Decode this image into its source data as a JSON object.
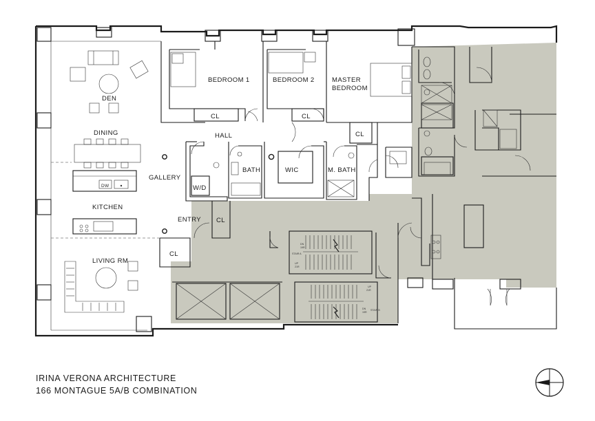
{
  "firm_name": "IRINA VERONA ARCHITECTURE",
  "project_name": "166 MONTAGUE 5A/B COMBINATION",
  "rooms": {
    "den": "DEN",
    "dining": "DINING",
    "gallery": "GALLERY",
    "kitchen": "KITCHEN",
    "living": "LIVING RM",
    "entry": "ENTRY",
    "hall": "HALL",
    "bedroom1": "BEDROOM 1",
    "bedroom2": "BEDROOM 2",
    "master_line1": "MASTER",
    "master_line2": "BEDROOM",
    "bath": "BATH",
    "wic": "WIC",
    "mbath": "M. BATH",
    "wd": "W/D"
  },
  "closets": {
    "cl1": "CL",
    "cl2": "CL",
    "cl3": "CL",
    "cl_entry": "CL",
    "cl_living": "CL"
  },
  "appliances": {
    "dw": "DW"
  },
  "stair_notes": {
    "a_dn": "DN",
    "a_dn_riser": "19R",
    "a_stair": "STAIR A",
    "a_up": "UP",
    "a_up_riser": "21R",
    "b_up": "UP",
    "b_up_riser": "21R",
    "b_dn": "DN",
    "b_dn_riser": "19R",
    "b_stair": "STAIR B"
  },
  "colors": {
    "common_area_fill": "#c9c9be",
    "wall_stroke": "#1a1a1a"
  }
}
